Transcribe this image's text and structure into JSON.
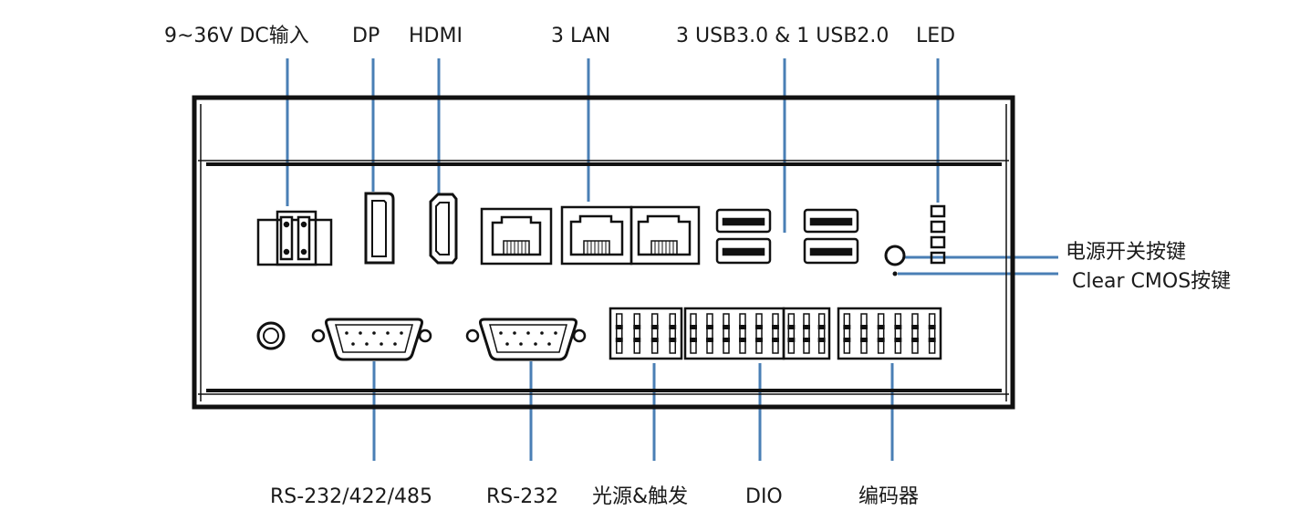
{
  "labels": {
    "top": {
      "dc_input": "9~36V DC输入",
      "dp": "DP",
      "hdmi": "HDMI",
      "lan": "3 LAN",
      "usb": "3 USB3.0 & 1 USB2.0",
      "led": "LED"
    },
    "right": {
      "power_button": "电源开关按键",
      "clear_cmos": "Clear CMOS按键"
    },
    "bottom": {
      "rs_multi": "RS-232/422/485",
      "rs232": "RS-232",
      "light_trigger": "光源&触发",
      "dio": "DIO",
      "encoder": "编码器"
    }
  },
  "colors": {
    "line": "#4a7fb5",
    "outline": "#111111"
  }
}
